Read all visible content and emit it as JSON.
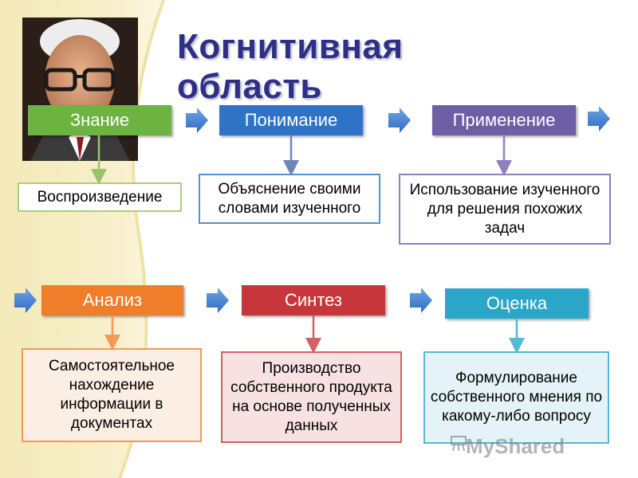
{
  "title": "Когнитивная область",
  "stages": {
    "knowledge": {
      "label": "Знание",
      "description": "Воспроизведение",
      "color": "#6cb33f"
    },
    "comprehension": {
      "label": "Понимание",
      "description": "Объяснение своими словами изученного",
      "color": "#2e73c6"
    },
    "application": {
      "label": "Применение",
      "description": "Использование изученного для решения похожих задач",
      "color": "#6e5ea6"
    },
    "analysis": {
      "label": "Анализ",
      "description": "Самостоятельное нахождение информации в документах",
      "color": "#f07d2a"
    },
    "synthesis": {
      "label": "Синтез",
      "description": "Производство собственного продукта на основе полученных данных",
      "color": "#c7363a"
    },
    "evaluation": {
      "label": "Оценка",
      "description": "Формулирование собственного мнения по какому-либо вопросу",
      "color": "#2aa6c8"
    }
  },
  "watermark": "MyShared",
  "icons": [
    "portrait-photo",
    "flow-arrow-icon",
    "connector-arrow"
  ]
}
